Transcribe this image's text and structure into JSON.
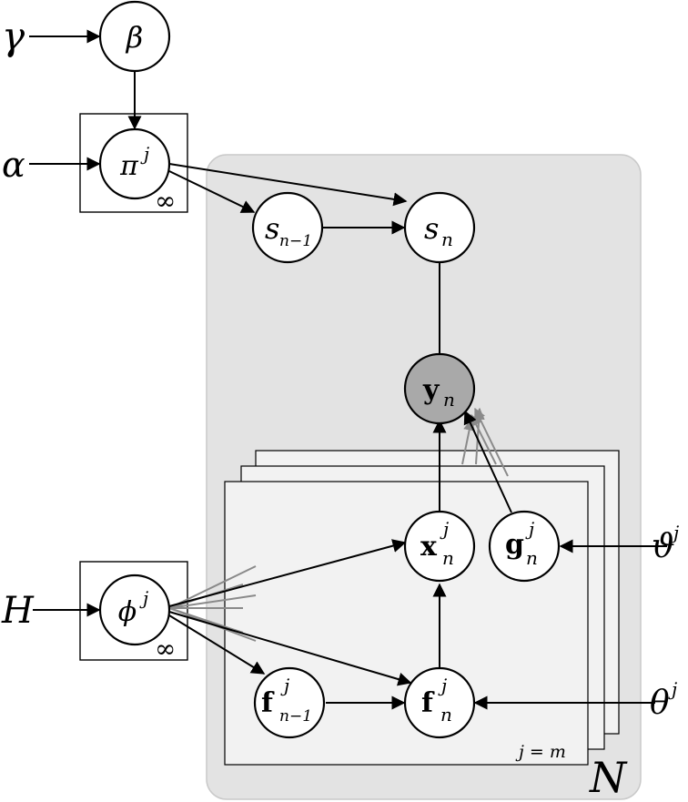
{
  "external": {
    "gamma": "γ",
    "alpha": "α",
    "H": "H",
    "vartheta": "ϑ",
    "theta": "θ",
    "j": "j"
  },
  "nodes": {
    "beta": "β",
    "pi": "π",
    "pi_sup": "j",
    "phi": "ϕ",
    "phi_sup": "j",
    "s_prev": "s",
    "s_prev_sub": "n−1",
    "s": "s",
    "s_sub": "n",
    "y": "y",
    "y_sub": "n",
    "x": "x",
    "x_sup": "j",
    "x_sub": "n",
    "g": "g",
    "g_sup": "j",
    "g_sub": "n",
    "f": "f",
    "f_sup": "j",
    "f_sub": "n",
    "f_prev": "f",
    "f_prev_sup": "j",
    "f_prev_sub": "n−1"
  },
  "plates": {
    "N_label": "N",
    "j_label": "j = m",
    "pi_plate_label": "∞",
    "phi_plate_label": "∞"
  },
  "colors": {
    "observed_node_fill": "#a9a9a9",
    "outer_plate_fill": "#e3e3e3",
    "inner_plate_fill": "#f2f2f2"
  }
}
